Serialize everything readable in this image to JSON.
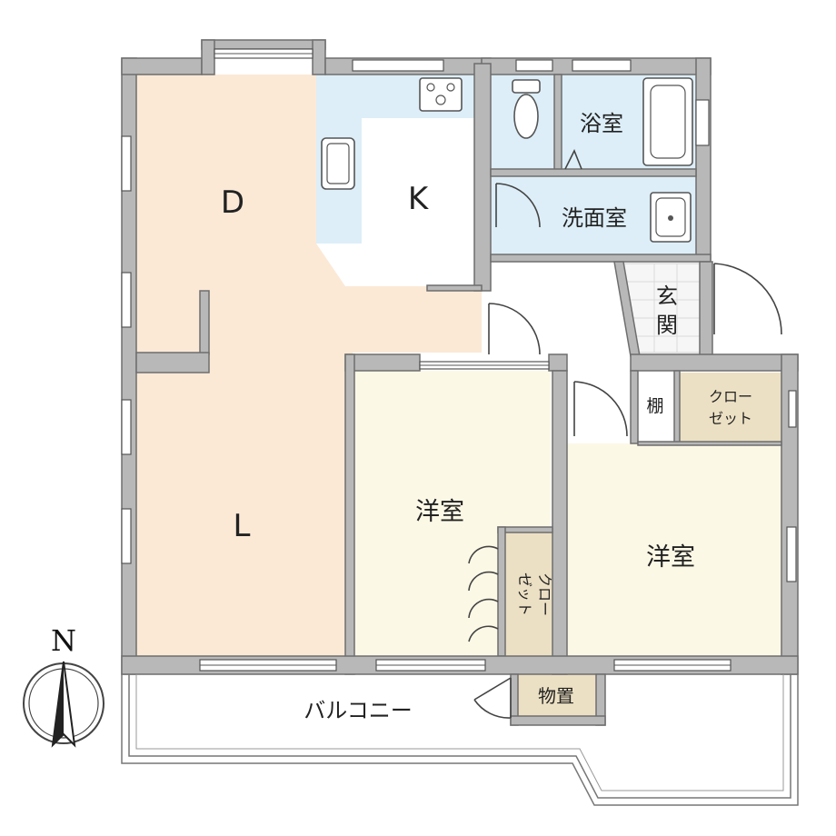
{
  "rooms": {
    "dining": "D",
    "kitchen": "K",
    "living": "L",
    "bathroom": "浴室",
    "washroom": "洗面室",
    "entrance": [
      "玄",
      "関"
    ],
    "shelf": "棚",
    "closet_ne": [
      "クロー",
      "ゼット"
    ],
    "western_center": "洋室",
    "closet_center": [
      "クロー",
      "ゼット"
    ],
    "western_east": "洋室",
    "storage": "物置",
    "balcony": "バルコニー"
  },
  "compass": {
    "north_label": "N"
  },
  "colors": {
    "ldk": "#fbe9d6",
    "wet_area": "#ddeef8",
    "western": "#fcf8e6",
    "closet": "#ece0c4",
    "entrance_tile": "#f6f6f6",
    "wall": "#b8b8b8"
  }
}
